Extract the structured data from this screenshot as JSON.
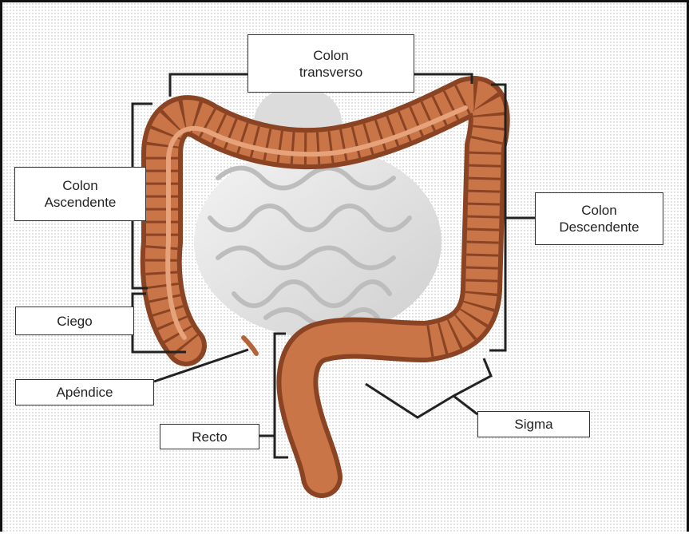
{
  "labels": {
    "transverse": [
      "Colon",
      "transverso"
    ],
    "ascending": [
      "Colon",
      "Ascendente"
    ],
    "descending": [
      "Colon",
      "Descendente"
    ],
    "cecum": "Ciego",
    "appendix": "Apéndice",
    "rectum": "Recto",
    "sigmoid": "Sigma"
  }
}
